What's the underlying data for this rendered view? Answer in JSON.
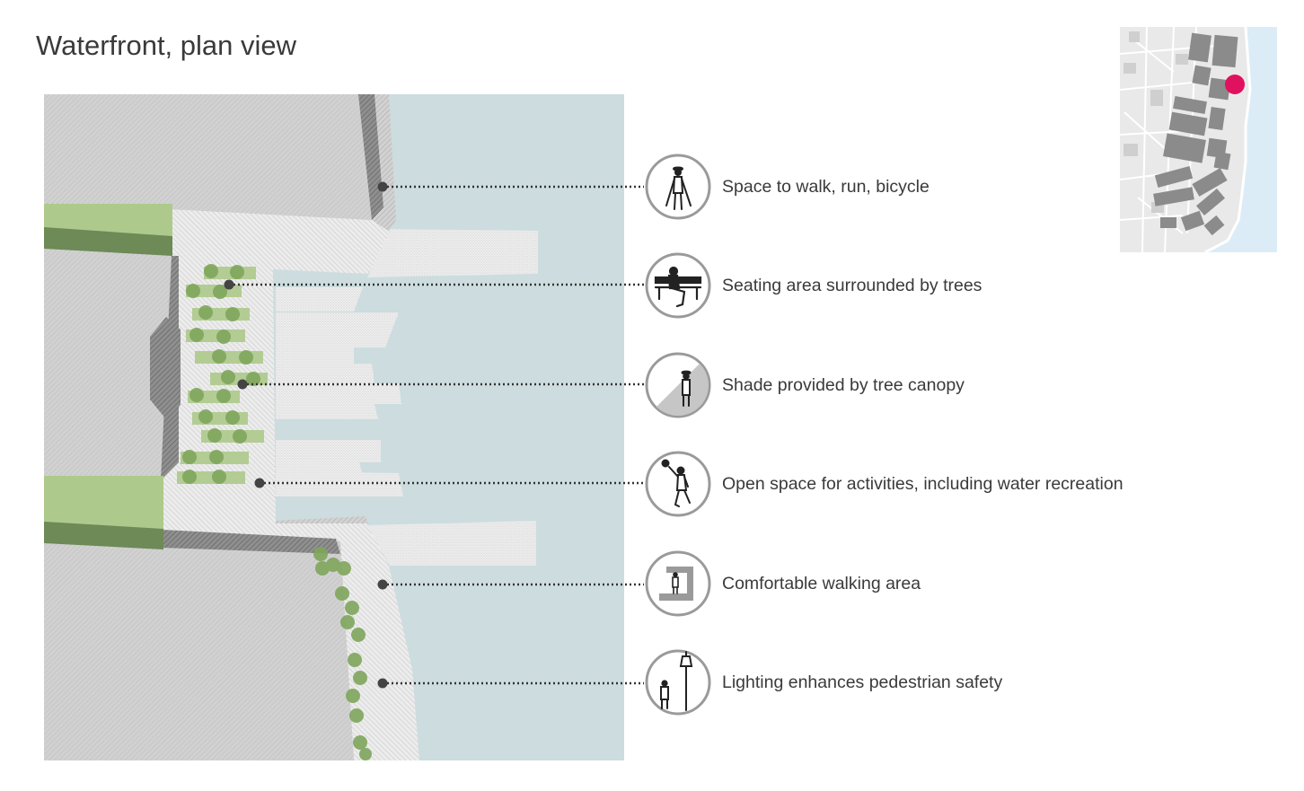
{
  "title": "Waterfront, plan view",
  "features": [
    {
      "icon": "walker-with-poles-icon",
      "label": "Space to walk, run, bicycle"
    },
    {
      "icon": "person-on-bench-icon",
      "label": "Seating area surrounded by trees"
    },
    {
      "icon": "person-in-shade-icon",
      "label": "Shade provided by tree canopy"
    },
    {
      "icon": "person-with-ball-icon",
      "label": "Open space for activities, including water recreation"
    },
    {
      "icon": "person-in-corner-icon",
      "label": "Comfortable walking area"
    },
    {
      "icon": "person-and-streetlight-icon",
      "label": "Lighting enhances pedestrian safety"
    }
  ],
  "colors": {
    "water": "#ccdcdf",
    "map_water": "#dcecf7",
    "grass": "#aec98c",
    "tree": "#8bb06a",
    "location_marker": "#e0115f",
    "text": "#3a3a3a"
  }
}
